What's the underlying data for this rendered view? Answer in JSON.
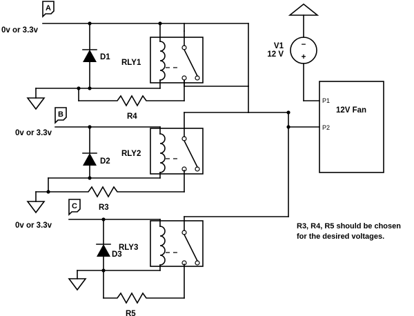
{
  "inputs": [
    {
      "tag": "A",
      "level": "0v or 3.3v"
    },
    {
      "tag": "B",
      "level": "0v or 3.3v"
    },
    {
      "tag": "C",
      "level": "0v or 3.3v"
    }
  ],
  "relays": [
    "RLY1",
    "RLY2",
    "RLY3"
  ],
  "diodes": [
    "D1",
    "D2",
    "D3"
  ],
  "resistors": [
    "R4",
    "R3",
    "R5"
  ],
  "source": {
    "name": "V1",
    "voltage": "12 V",
    "minus": "−",
    "plus": "+"
  },
  "fan": {
    "label": "12V Fan",
    "pin1": "P1",
    "pin2": "P2"
  },
  "note": {
    "line1": "R3, R4, R5 should be chosen",
    "line2": "for the desired voltages."
  }
}
